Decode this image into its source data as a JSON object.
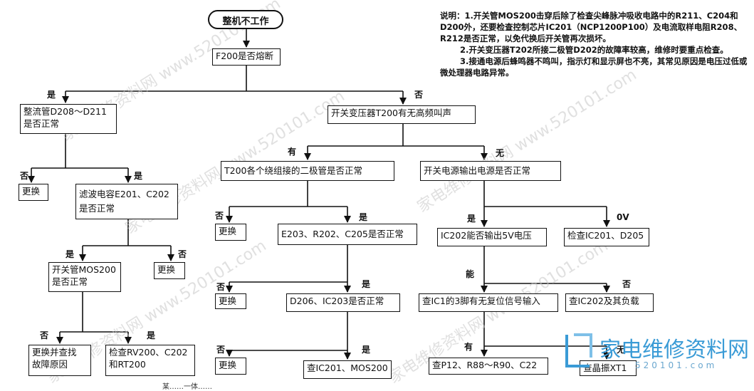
{
  "start": "整机不工作",
  "nodes": {
    "f200": "F200是否熔断",
    "rect_diodes": "整流管D208～D211\n是否正常",
    "trans_sound": "开关变压器T200有无高频叫声",
    "replace_a": "更换",
    "filter_cap": "滤波电容E201、C202\n是否正常",
    "winding_diodes": "T200各个绕组接的二极管是否正常",
    "output_power": "开关电源输出电源是否正常",
    "replace_b": "更换",
    "e203": "E203、R202、C205是否正常",
    "ic202_5v": "IC202能否输出5V电压",
    "check_ic201_d205": "检查IC201、D205",
    "mos200": "开关管MOS200\n是否正常",
    "replace_c": "更换",
    "replace_d": "更换",
    "d206": "D206、IC203是否正常",
    "ic1_reset": "查IC1的3脚有无复位信号输入",
    "check_ic202": "查IC202及其负载",
    "replace_find": "更换并查找\n故障原因",
    "check_rv200": "检查RV200、C202\n和RT200",
    "replace_e": "更换",
    "check_ic201_mos": "查IC201、MOS200",
    "check_p12": "查P12、R88～R90、C22",
    "check_crystal": "查晶振XT1"
  },
  "labels": {
    "yes": "是",
    "no": "否",
    "have": "有",
    "none": "无",
    "zero_v": "0V",
    "can": "能"
  },
  "notes": [
    "说明：1.开关管MOS200击穿后除了检查尖峰脉冲吸收电路中的R211、C204和D200外，还要检查控制芯片IC201（NCP1200P100）及电流取样电阻R208、R212是否正常，以免代换后开关管再次损坏。",
    "2.开关变压器T202所接二极管D202的故障率较高，维修时要重点检查。",
    "3.接通电源后蜂鸣器不鸣叫，指示灯和显示屏也不亮，其常见原因是电压过低或微处理器电路异常。"
  ],
  "watermark": "家电维修资料网 www.520101.com",
  "logo": {
    "name": "家电维修资料网",
    "url": "520101.com"
  },
  "caption": "某……一体……"
}
